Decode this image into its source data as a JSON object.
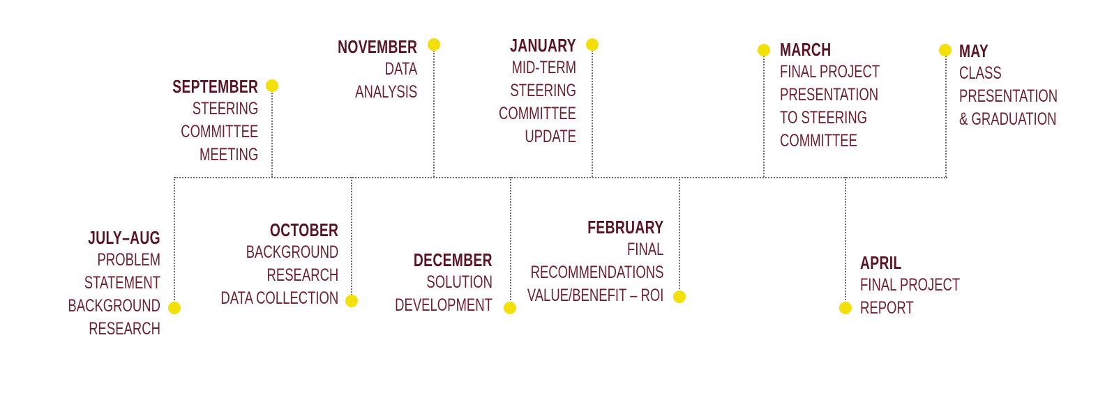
{
  "milestones": [
    {
      "key": "julyaug",
      "month": "JULY–AUG",
      "lines": [
        "PROBLEM STATEMENT",
        "BACKGROUND",
        "RESEARCH"
      ]
    },
    {
      "key": "september",
      "month": "SEPTEMBER",
      "lines": [
        "STEERING",
        "COMMITTEE",
        "MEETING"
      ]
    },
    {
      "key": "october",
      "month": "OCTOBER",
      "lines": [
        "BACKGROUND",
        "RESEARCH",
        "DATA COLLECTION"
      ]
    },
    {
      "key": "november",
      "month": "NOVEMBER",
      "lines": [
        "DATA",
        "ANALYSIS"
      ]
    },
    {
      "key": "december",
      "month": "DECEMBER",
      "lines": [
        "SOLUTION",
        "DEVELOPMENT"
      ]
    },
    {
      "key": "january",
      "month": "JANUARY",
      "lines": [
        "MID-TERM",
        "STEERING",
        "COMMITTEE",
        "UPDATE"
      ]
    },
    {
      "key": "february",
      "month": "FEBRUARY",
      "lines": [
        "FINAL",
        "RECOMMENDATIONS",
        "VALUE/BENEFIT – ROI"
      ]
    },
    {
      "key": "march",
      "month": "MARCH",
      "lines": [
        "FINAL PROJECT",
        "PRESENTATION",
        "TO STEERING",
        "COMMITTEE"
      ]
    },
    {
      "key": "april",
      "month": "APRIL",
      "lines": [
        "FINAL PROJECT",
        "REPORT"
      ]
    },
    {
      "key": "may",
      "month": "MAY",
      "lines": [
        "CLASS",
        "PRESENTATION",
        "& GRADUATION"
      ]
    }
  ],
  "colors": {
    "dot": "#f3df0a",
    "month": "#5a1320",
    "text": "#6e1f2e",
    "line": "#6b6b6b"
  }
}
